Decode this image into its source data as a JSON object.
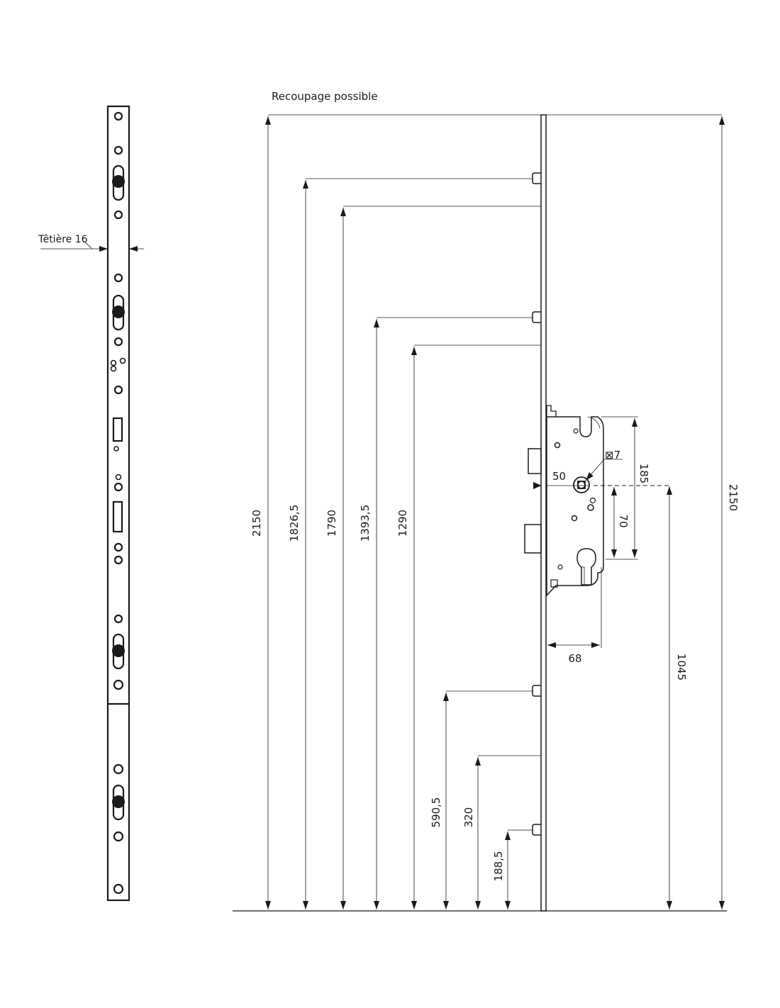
{
  "labels": {
    "cut_note": "Recoupage possible",
    "faceplate_width": "Têtière 16",
    "square_size": "⊠7"
  },
  "dimensions": {
    "total_height_left": "2150",
    "hook_top": "1826,5",
    "roller_top": "1790",
    "hook_mid": "1393,5",
    "roller_mid": "1290",
    "hook_low": "590,5",
    "roller_low": "320",
    "hook_bottom": "188,5",
    "total_height_right": "2150",
    "handle_height": "1045",
    "case_height": "185",
    "centre_distance": "70",
    "backset": "50",
    "case_depth": "68"
  }
}
